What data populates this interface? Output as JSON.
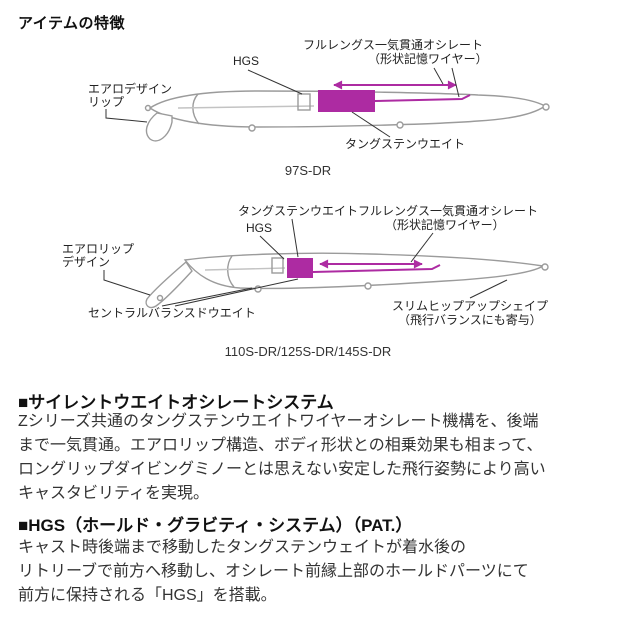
{
  "page": {
    "title": "アイテムの特徴"
  },
  "colors": {
    "accent_magenta": "#ad2ba2",
    "lure_outline": "#9b9b9b",
    "callout_line": "#333333",
    "text": "#333333"
  },
  "diagram1": {
    "caption": "97S-DR",
    "labels": {
      "full_length": "フルレングス一気貫通オシレート",
      "full_length_sub": "（形状記憶ワイヤー）",
      "hgs": "HGS",
      "aero_line1": "エアロデザイン",
      "aero_line2": "リップ",
      "tungsten": "タングステンウエイト"
    }
  },
  "diagram2": {
    "caption": "110S-DR/125S-DR/145S-DR",
    "labels": {
      "tungsten": "タングステンウエイト",
      "full_length": "フルレングス一気貫通オシレート",
      "full_length_sub": "（形状記憶ワイヤー）",
      "hgs": "HGS",
      "aero_line1": "エアロリップ",
      "aero_line2": "デザイン",
      "central": "セントラルバランスドウエイト",
      "slim_hip_line1": "スリムヒップアップシェイプ",
      "slim_hip_line2": "（飛行バランスにも寄与）"
    }
  },
  "sections": [
    {
      "heading": "■サイレントウエイトオシレートシステム",
      "lines": [
        "Zシリーズ共通のタングステンウエイトワイヤーオシレート機構を、後端",
        "まで一気貫通。エアロリップ構造、ボディ形状との相乗効果も相まって、",
        "ロングリップダイビングミノーとは思えない安定した飛行姿勢により高い",
        "キャスタビリティを実現。"
      ]
    },
    {
      "heading": "■HGS（ホールド・グラビティ・システム）（PAT.）",
      "lines": [
        "キャスト時後端まで移動したタングステンウェイトが着水後の",
        "リトリーブで前方へ移動し、オシレート前縁上部のホールドパーツにて",
        "前方に保持される「HGS」を搭載。"
      ]
    }
  ]
}
